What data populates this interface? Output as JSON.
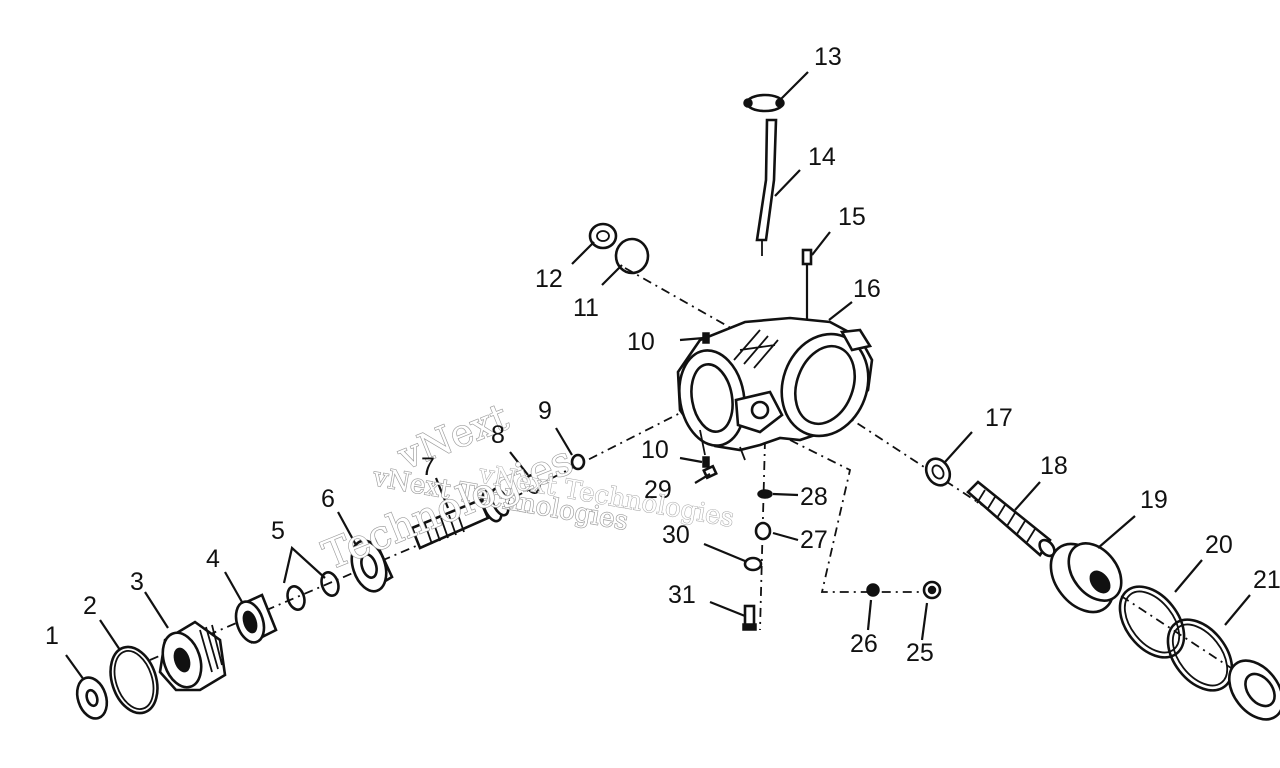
{
  "diagram": {
    "callouts": [
      "1",
      "2",
      "3",
      "4",
      "5",
      "6",
      "7",
      "8",
      "9",
      "10",
      "10",
      "11",
      "12",
      "13",
      "14",
      "15",
      "16",
      "17",
      "18",
      "19",
      "20",
      "21",
      "25",
      "26",
      "27",
      "28",
      "29",
      "30",
      "31"
    ]
  },
  "watermark": {
    "line1": "vNext Technologies",
    "line2": "vNext",
    "line3": "Technologies",
    "line4": "vNext Technologies"
  },
  "colors": {
    "line": "#111111",
    "background": "#ffffff",
    "watermark_outline": "#9a9a9a"
  }
}
